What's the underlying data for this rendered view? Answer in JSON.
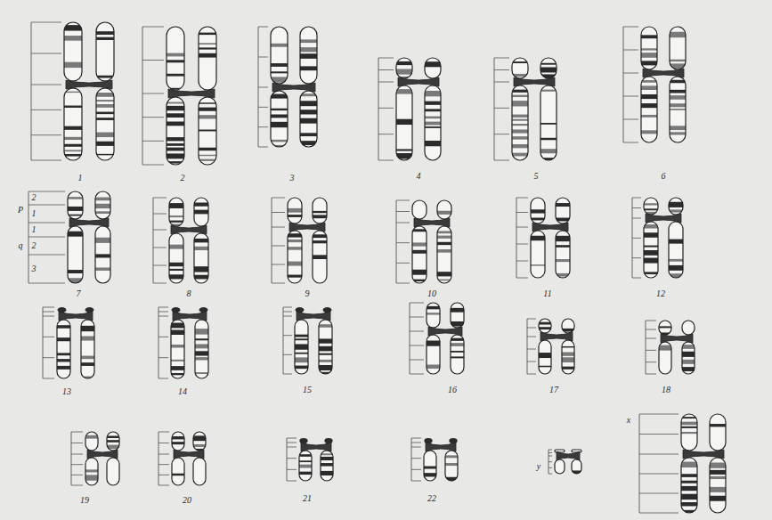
{
  "diagram": {
    "labels": [
      "1",
      "2",
      "3",
      "4",
      "5",
      "6",
      "2",
      "P",
      "1",
      "1",
      "q",
      "2",
      "3",
      "7",
      "8",
      "9",
      "10",
      "11",
      "12",
      "13",
      "14",
      "15",
      "16",
      "17",
      "18",
      "19",
      "20",
      "21",
      "22",
      "y",
      "x"
    ]
  }
}
